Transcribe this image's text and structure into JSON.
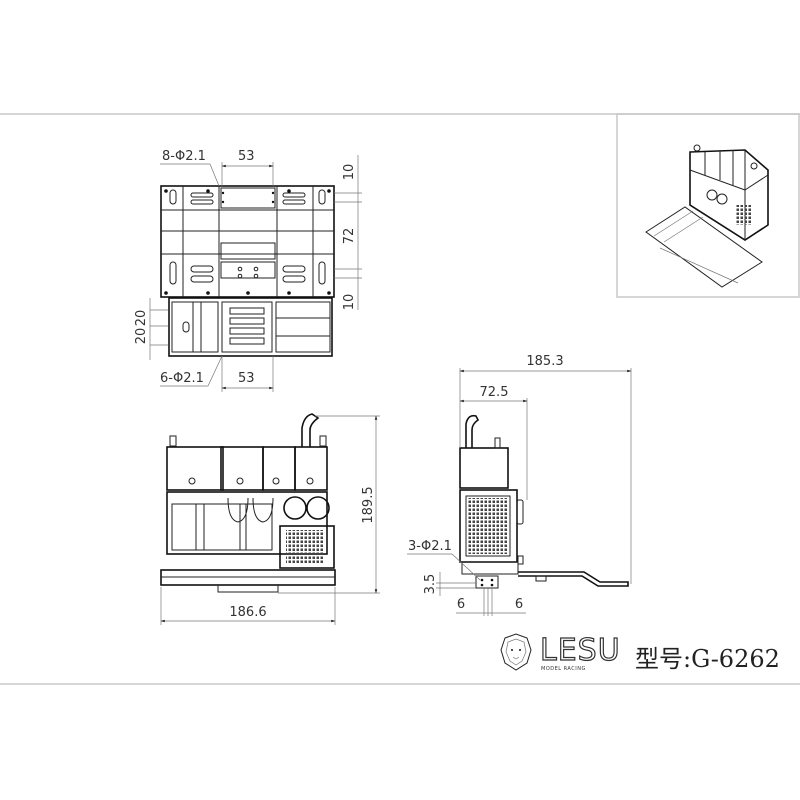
{
  "drawing": {
    "top_view": {
      "label_holes_top": "8-Φ2.1",
      "dim_top_width": "53",
      "dim_right_1": "10",
      "dim_right_2": "72",
      "dim_right_3": "10",
      "dim_left_1": "20",
      "dim_left_2": "20",
      "label_holes_bottom": "6-Φ2.1",
      "dim_bottom_width": "53"
    },
    "front_view": {
      "dim_height": "189.5",
      "dim_width": "186.6"
    },
    "side_view": {
      "dim_overall_length": "185.3",
      "dim_body_depth": "72.5",
      "label_holes": "3-Φ2.1",
      "dim_hole_height": "3.5",
      "dim_hole_left": "6",
      "dim_hole_right": "6"
    },
    "isometric_view": {
      "icon": "isometric-3d-model-icon"
    }
  },
  "title_block": {
    "brand_name": "LESU",
    "brand_tagline": "MODEL RACING",
    "brand_logo_icon": "lion-head-logo-icon",
    "model_label": "型号:G-6262"
  },
  "colors": {
    "line": "#222222",
    "frame": "#c8c8c8",
    "background": "#ffffff"
  }
}
